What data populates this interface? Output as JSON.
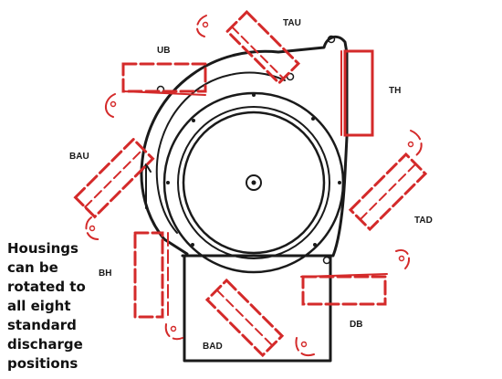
{
  "labels": {
    "tau": "TAU",
    "ub": "UB",
    "th": "TH",
    "bau": "BAU",
    "tad": "TAD",
    "bh": "BH",
    "db": "DB",
    "bad": "BAD"
  },
  "caption": "Housings\ncan be\nrotated to\nall eight\nstandard\ndischarge\npositions",
  "colors": {
    "outline": "#1a1a1a",
    "accent": "#d42a2a"
  }
}
